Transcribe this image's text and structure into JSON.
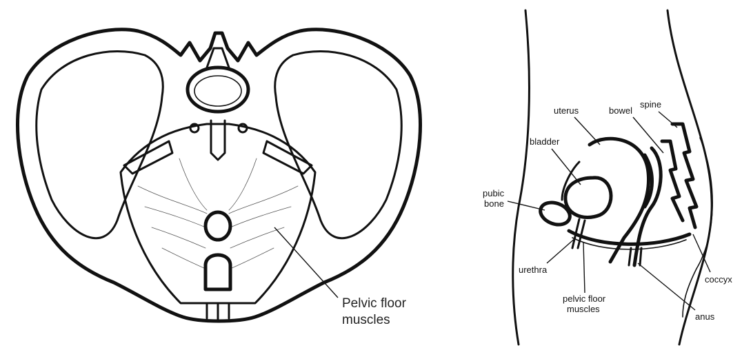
{
  "left_figure": {
    "label_line1": "Pelvic floor",
    "label_line2": "muscles"
  },
  "right_figure": {
    "labels": {
      "uterus": "uterus",
      "bowel": "bowel",
      "spine": "spine",
      "bladder": "bladder",
      "pubic_line1": "pubic",
      "pubic_line2": "bone",
      "urethra": "urethra",
      "pelvic_line1": "pelvic floor",
      "pelvic_line2": "muscles",
      "coccyx": "coccyx",
      "anus": "anus"
    }
  }
}
